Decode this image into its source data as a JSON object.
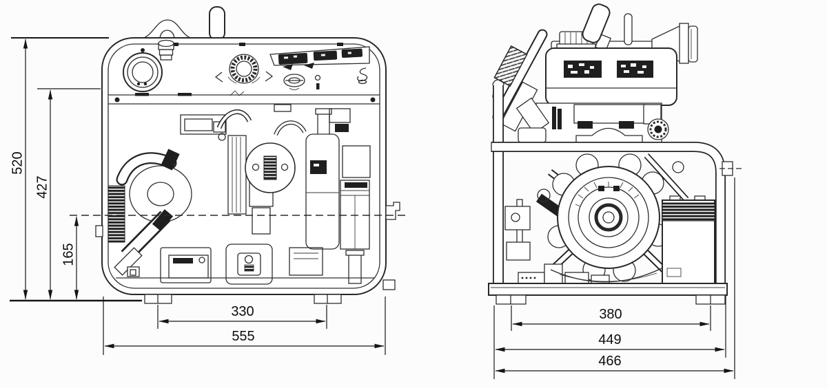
{
  "page": {
    "background": "#fcfcfc",
    "ink_color": "#1f1f1f"
  },
  "diagram": {
    "kind": "portable-pump-dimension-drawing",
    "front_view": {
      "dimensions": {
        "overall_height": "520",
        "frame_height": "427",
        "suction_centerline_height": "165",
        "foot_span": "330",
        "overall_width": "555"
      }
    },
    "side_view": {
      "dimensions": {
        "foot_span": "380",
        "frame_width": "449",
        "overall_width": "466"
      }
    }
  }
}
